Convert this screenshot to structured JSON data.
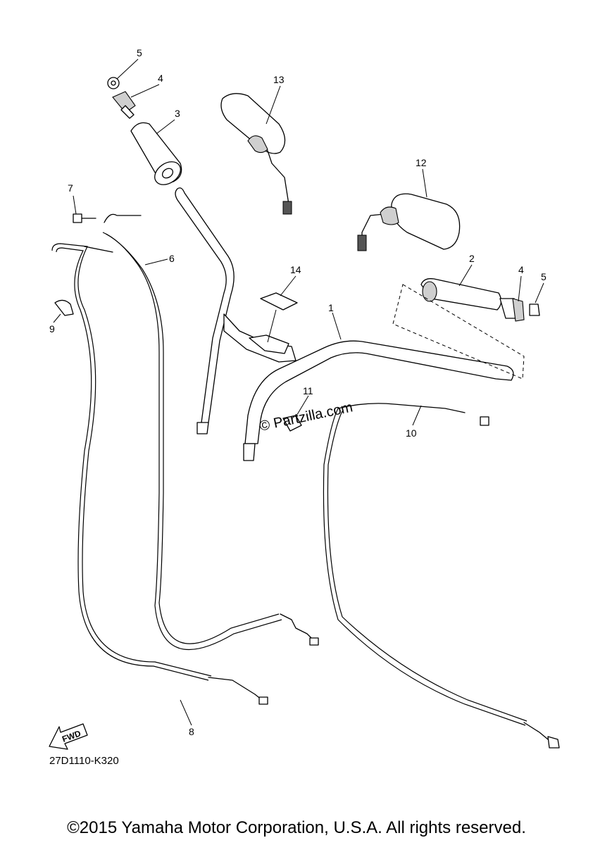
{
  "diagram": {
    "callouts": [
      {
        "id": "5a",
        "label": "5"
      },
      {
        "id": "4a",
        "label": "4"
      },
      {
        "id": "3",
        "label": "3"
      },
      {
        "id": "13",
        "label": "13"
      },
      {
        "id": "12",
        "label": "12"
      },
      {
        "id": "7",
        "label": "7"
      },
      {
        "id": "6",
        "label": "6"
      },
      {
        "id": "14",
        "label": "14"
      },
      {
        "id": "2",
        "label": "2"
      },
      {
        "id": "4b",
        "label": "4"
      },
      {
        "id": "5b",
        "label": "5"
      },
      {
        "id": "1",
        "label": "1"
      },
      {
        "id": "9",
        "label": "9"
      },
      {
        "id": "11",
        "label": "11"
      },
      {
        "id": "10",
        "label": "10"
      },
      {
        "id": "8",
        "label": "8"
      }
    ],
    "watermark": "© Partzilla.com",
    "fwd_label": "FWD",
    "diagram_code": "27D1110-K320"
  },
  "footer": {
    "copyright": "©2015 Yamaha Motor Corporation, U.S.A. All rights reserved."
  }
}
